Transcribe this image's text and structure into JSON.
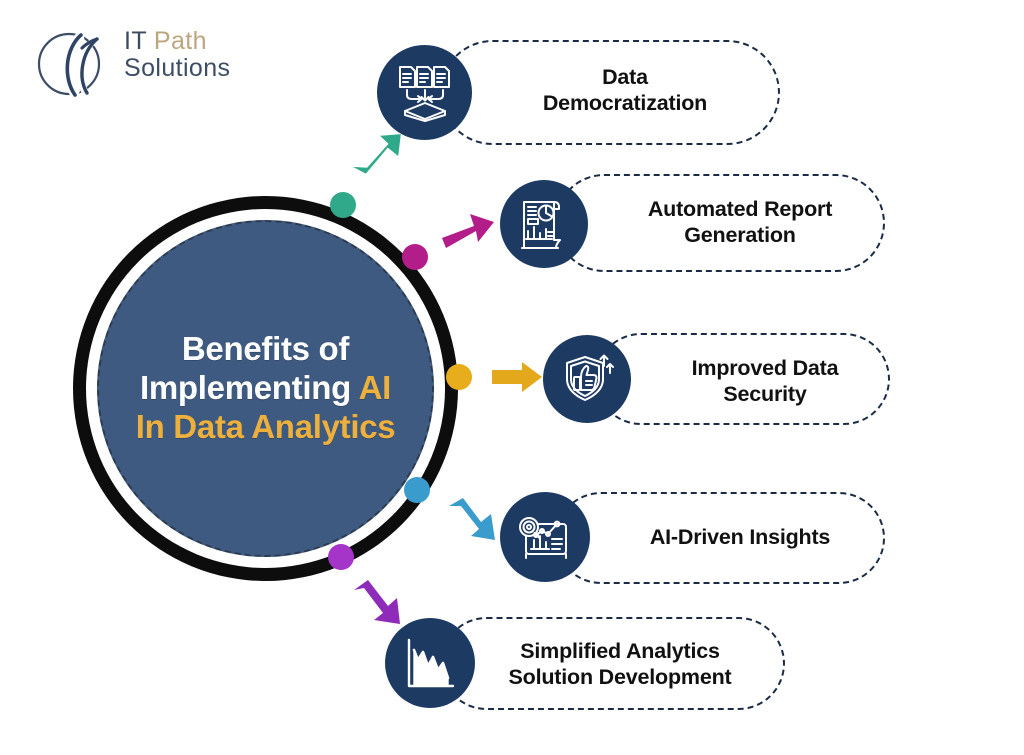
{
  "logo": {
    "name": "IT Path Solutions",
    "line1_part1": "IT ",
    "line1_part2": "Path",
    "line2": "Solutions",
    "mark_icon": "ipath-crescent-logo-icon"
  },
  "hub": {
    "title_line1": "Benefits of",
    "title_line2_plain": "Implementing ",
    "title_line2_accent": "AI",
    "title_line3": "In Data Analytics",
    "inner_color": "#3e5a80",
    "ring_color": "#0d0d0d",
    "accent_color": "#eeb03c"
  },
  "benefits": [
    {
      "id": 1,
      "label_line1": "Data",
      "label_line2": "Democratization",
      "icon": "documents-to-database-icon",
      "dot_color": "#30a98a",
      "arrow_color": "#30a98a",
      "icon_bg": "#1d3a63"
    },
    {
      "id": 2,
      "label_line1": "Automated Report",
      "label_line2": "Generation",
      "icon": "report-scroll-chart-icon",
      "dot_color": "#b31d8a",
      "arrow_color": "#b31d8a",
      "icon_bg": "#1d3a63"
    },
    {
      "id": 3,
      "label_line1": "Improved Data",
      "label_line2": "Security",
      "icon": "shield-thumbs-up-icon",
      "dot_color": "#e8ad1c",
      "arrow_color": "#e3a81c",
      "icon_bg": "#1d3a63"
    },
    {
      "id": 4,
      "label_line1": "AI-Driven Insights",
      "label_line2": "",
      "icon": "analytics-dashboard-magnifier-icon",
      "dot_color": "#3a9ccd",
      "arrow_color": "#3a9ccd",
      "icon_bg": "#1d3a63"
    },
    {
      "id": 5,
      "label_line1": "Simplified Analytics",
      "label_line2": "Solution Development",
      "icon": "declining-area-chart-icon",
      "dot_color": "#a535c9",
      "arrow_color": "#8e2bb8",
      "icon_bg": "#1d3a63"
    }
  ]
}
